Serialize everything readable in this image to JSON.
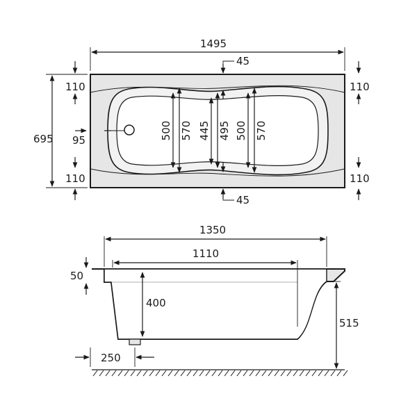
{
  "top_view": {
    "overall_length": "1495",
    "overall_width": "695",
    "rim_left_top": "110",
    "rim_left_bottom": "110",
    "rim_right_top": "110",
    "rim_right_bottom": "110",
    "rim_top": "45",
    "rim_bottom": "45",
    "drain_offset": "95",
    "inner_widths": [
      "500",
      "570",
      "445",
      "495",
      "500",
      "570"
    ]
  },
  "side_view": {
    "outer_length": "1350",
    "inner_length": "1110",
    "rim_thickness": "50",
    "depth": "400",
    "total_height": "515",
    "foot_offset": "250"
  },
  "colors": {
    "ink": "#1a1a1a",
    "fill": "#e6e6e6",
    "background": "#ffffff"
  }
}
